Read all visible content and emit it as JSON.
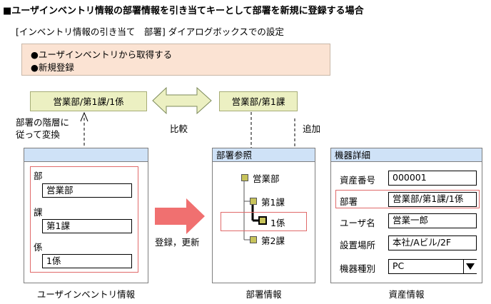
{
  "heading": "■ユーザインベントリ情報の部署情報を引き当てキーとして部署を新規に登録する場合",
  "dialog_caption": "[インベントリ情報の引き当て　部署] ダイアログボックスでの設定",
  "settings": [
    "●ユーザインベントリから取得する",
    "●新規登録"
  ],
  "left_tag": "営業部/第1課/1係",
  "right_tag": "営業部/第1課",
  "compare_label": "比較",
  "convert_note": [
    "部署の階層に",
    "従って変換"
  ],
  "add_note": "追加",
  "register_label": "登録，更新",
  "inventory_panel": {
    "fields": [
      {
        "label": "部",
        "value": "営業部"
      },
      {
        "label": "課",
        "value": "第1課"
      },
      {
        "label": "係",
        "value": "1係"
      }
    ],
    "caption": "ユーザインベントリ情報"
  },
  "dept_panel": {
    "title": "部署参照",
    "tree": [
      {
        "label": "営業部",
        "level": 0,
        "selected": false
      },
      {
        "label": "第1課",
        "level": 1,
        "selected": false
      },
      {
        "label": "1係",
        "level": 2,
        "selected": true
      },
      {
        "label": "第2課",
        "level": 1,
        "selected": false
      }
    ],
    "caption": "部署情報"
  },
  "asset_panel": {
    "title": "機器詳細",
    "rows": [
      {
        "label": "資産番号",
        "value": "000001",
        "highlight": false
      },
      {
        "label": "部署",
        "value": "営業部/第1課/1係",
        "highlight": true
      },
      {
        "label": "ユーザ名",
        "value": "営業一郎",
        "highlight": false
      },
      {
        "label": "設置場所",
        "value": "本社/Aビル/2F",
        "highlight": false
      },
      {
        "label": "機器種別",
        "value": "PC",
        "highlight": false,
        "dropdown": true
      }
    ],
    "caption": "資産情報"
  },
  "colors": {
    "panel_header": "#cfe2f7",
    "tag_fill": "#ecf0c2",
    "settings_fill": "#fbe3d3",
    "highlight_border": "#e06a6a",
    "arrow_fill": "#f07070",
    "compare_arrow_fill": "#ecf0c2",
    "tree_node": "#c7c35b"
  }
}
